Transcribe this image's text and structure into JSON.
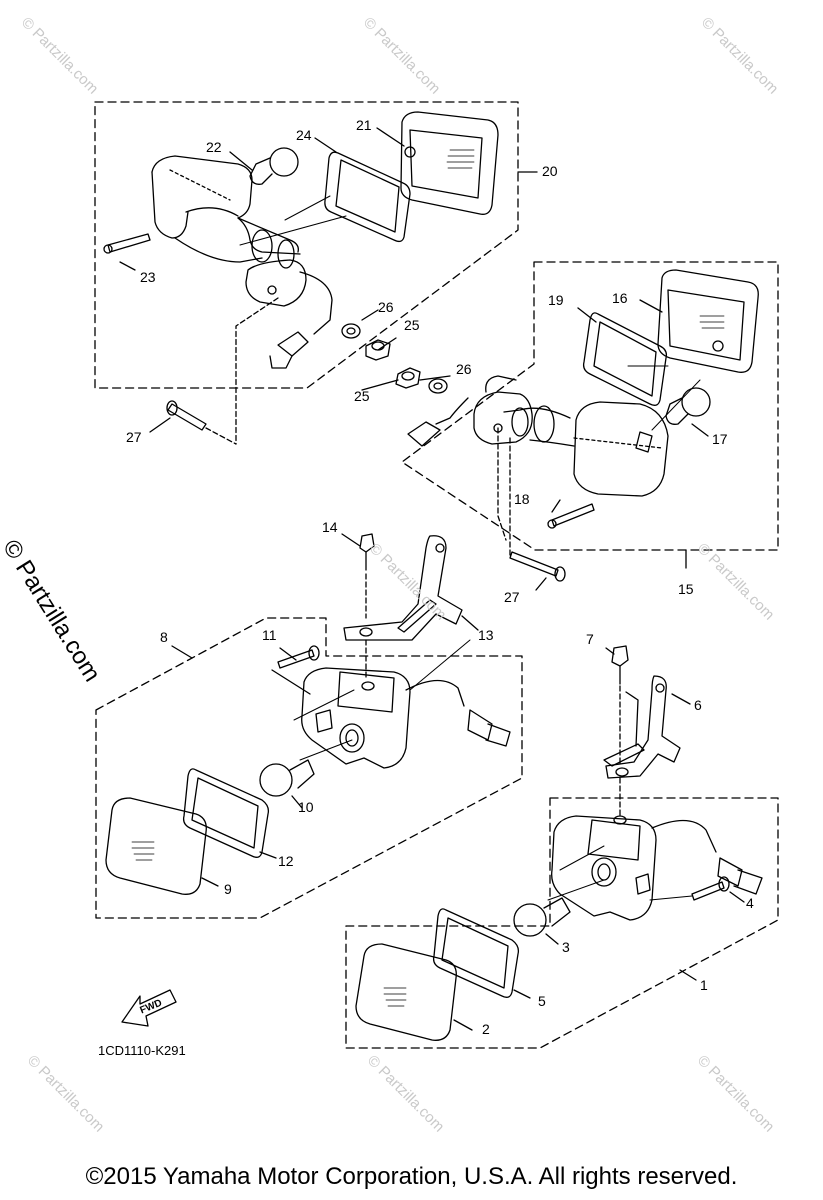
{
  "watermark": {
    "small": "© Partzilla.com",
    "large": "© Partzilla.com"
  },
  "callouts": [
    {
      "id": "c1",
      "text": "1"
    },
    {
      "id": "c2",
      "text": "2"
    },
    {
      "id": "c3",
      "text": "3"
    },
    {
      "id": "c4",
      "text": "4"
    },
    {
      "id": "c5",
      "text": "5"
    },
    {
      "id": "c6",
      "text": "6"
    },
    {
      "id": "c7",
      "text": "7"
    },
    {
      "id": "c8",
      "text": "8"
    },
    {
      "id": "c9",
      "text": "9"
    },
    {
      "id": "c10",
      "text": "10"
    },
    {
      "id": "c11",
      "text": "11"
    },
    {
      "id": "c12",
      "text": "12"
    },
    {
      "id": "c13",
      "text": "13"
    },
    {
      "id": "c14",
      "text": "14"
    },
    {
      "id": "c15",
      "text": "15"
    },
    {
      "id": "c16",
      "text": "16"
    },
    {
      "id": "c17",
      "text": "17"
    },
    {
      "id": "c18",
      "text": "18"
    },
    {
      "id": "c19",
      "text": "19"
    },
    {
      "id": "c20",
      "text": "20"
    },
    {
      "id": "c21",
      "text": "21"
    },
    {
      "id": "c22",
      "text": "22"
    },
    {
      "id": "c23",
      "text": "23"
    },
    {
      "id": "c24",
      "text": "24"
    },
    {
      "id": "c25a",
      "text": "25"
    },
    {
      "id": "c25b",
      "text": "25"
    },
    {
      "id": "c26a",
      "text": "26"
    },
    {
      "id": "c26b",
      "text": "26"
    },
    {
      "id": "c27a",
      "text": "27"
    },
    {
      "id": "c27b",
      "text": "27"
    }
  ],
  "fwd_label": "FWD",
  "diagram_code": "1CD1110-K291",
  "copyright": "©2015 Yamaha Motor Corporation, U.S.A. All rights reserved."
}
